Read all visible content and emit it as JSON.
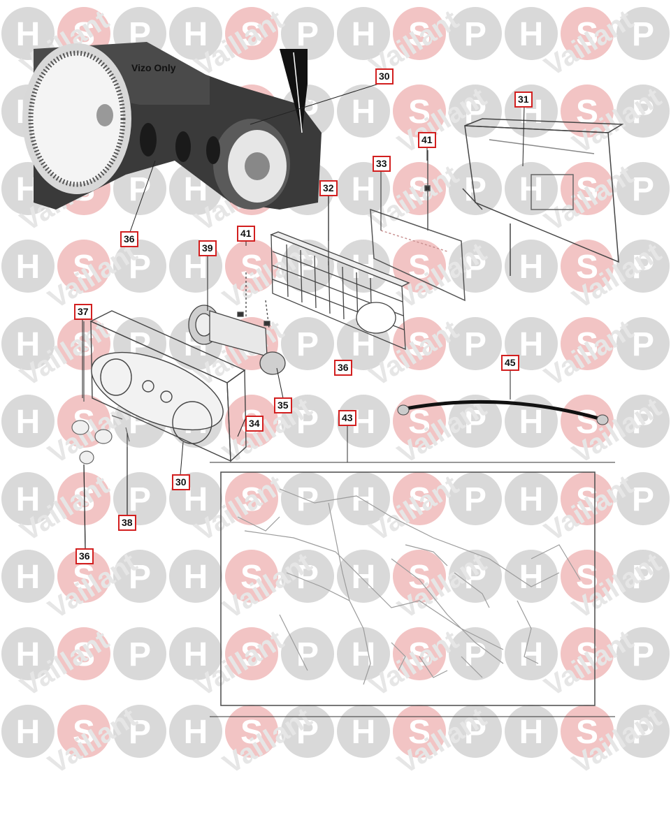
{
  "watermark": {
    "letters": [
      "H",
      "S",
      "P"
    ],
    "brand": "Vaillant",
    "colors": {
      "circle_h_p": "#d9d9d9",
      "circle_s": "#f2c4c4",
      "letter": "#ffffff",
      "brand_text": "#e6e6e6"
    }
  },
  "diagram": {
    "note": "Vizo Only",
    "callouts": {
      "c30_top": "30",
      "c31": "31",
      "c41_top": "41",
      "c33": "33",
      "c32": "32",
      "c36_top": "36",
      "c39": "39",
      "c41_mid": "41",
      "c37": "37",
      "c36_mid": "36",
      "c45": "45",
      "c35": "35",
      "c34": "34",
      "c43": "43",
      "c30_bottom": "30",
      "c38": "38",
      "c36_bottom": "36"
    },
    "callout_border_color": "#d21f1f"
  }
}
